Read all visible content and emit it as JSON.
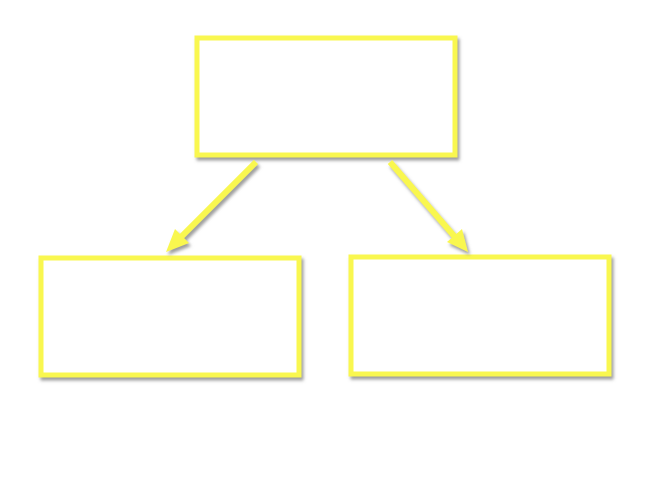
{
  "diagram": {
    "type": "hierarchy",
    "nodes": [
      {
        "id": "top",
        "label": ""
      },
      {
        "id": "bottom-left",
        "label": ""
      },
      {
        "id": "bottom-right",
        "label": ""
      }
    ],
    "edges": [
      {
        "from": "top",
        "to": "bottom-left"
      },
      {
        "from": "top",
        "to": "bottom-right"
      }
    ]
  },
  "colors": {
    "stroke": "#F9F74F",
    "arrow": "#F9F74F",
    "fill": "#FFFFFF",
    "shadow": "#7A7A7A"
  }
}
